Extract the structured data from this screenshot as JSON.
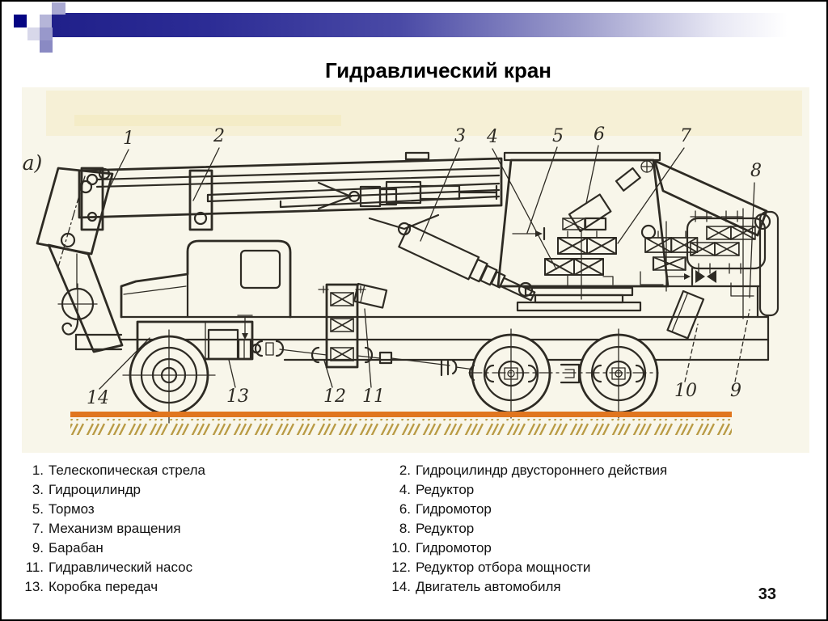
{
  "title": "Гидравлический кран",
  "page_number": "33",
  "diagram": {
    "view_label": "а)",
    "callouts": [
      "1",
      "2",
      "3",
      "4",
      "5",
      "6",
      "7",
      "8",
      "9",
      "10",
      "11",
      "12",
      "13",
      "14"
    ]
  },
  "legend": {
    "left": [
      {
        "n": "1.",
        "t": "Телескопическая стрела"
      },
      {
        "n": "3.",
        "t": "Гидроцилиндр"
      },
      {
        "n": "5.",
        "t": "Тормоз"
      },
      {
        "n": "7.",
        "t": "Механизм вращения"
      },
      {
        "n": "9.",
        "t": "Барабан"
      },
      {
        "n": "11.",
        "t": "Гидравлический насос"
      },
      {
        "n": "13.",
        "t": "Коробка передач"
      }
    ],
    "right": [
      {
        "n": "2.",
        "t": "Гидроцилиндр двустороннего действия"
      },
      {
        "n": "4.",
        "t": "Редуктор"
      },
      {
        "n": "6.",
        "t": "Гидромотор"
      },
      {
        "n": "8.",
        "t": "Редуктор"
      },
      {
        "n": "10.",
        "t": "Гидромотор"
      },
      {
        "n": "12.",
        "t": "Редуктор отбора мощности"
      },
      {
        "n": "14.",
        "t": "Двигатель автомобиля"
      }
    ]
  },
  "colors": {
    "accent_navy": "#20208a",
    "scan_paper": "#f8f6ea",
    "ground_orange": "#e0761f",
    "hatch_olive": "#b99b45",
    "line_ink": "#2e2b24"
  }
}
